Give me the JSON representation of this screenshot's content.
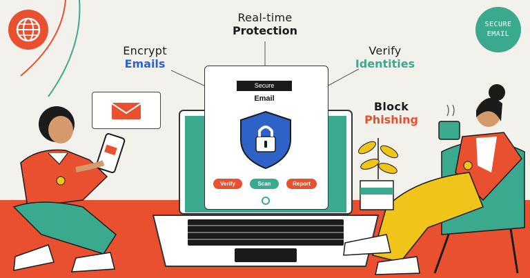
{
  "callouts": {
    "top": {
      "line1": "Real-time",
      "line2": "Protection"
    },
    "left": {
      "line1": "Encrypt",
      "line2": "Emails",
      "color": "#2f62c6"
    },
    "right": {
      "line1": "Verify",
      "line2": "Identities",
      "color": "#3ba98e"
    },
    "right2": {
      "line1": "Block",
      "line2": "Phishing",
      "color": "#e8502f"
    }
  },
  "badge": {
    "line1": "SECURE",
    "line2": "EMAIL"
  },
  "card": {
    "title": "Secure",
    "subtitle": "Email",
    "buttons": [
      {
        "label": "Verify",
        "color": "#e8502f"
      },
      {
        "label": "Scan",
        "color": "#3ba98e"
      },
      {
        "label": "Report",
        "color": "#e8502f"
      }
    ]
  },
  "icons": {
    "globe": "globe-icon",
    "envelope": "envelope-icon",
    "shield": "shield-lock-icon"
  },
  "colors": {
    "accent_orange": "#e8502f",
    "accent_green": "#3ba98e",
    "accent_blue": "#2f62c6",
    "accent_yellow": "#f0c419",
    "background": "#f3f1ec"
  }
}
